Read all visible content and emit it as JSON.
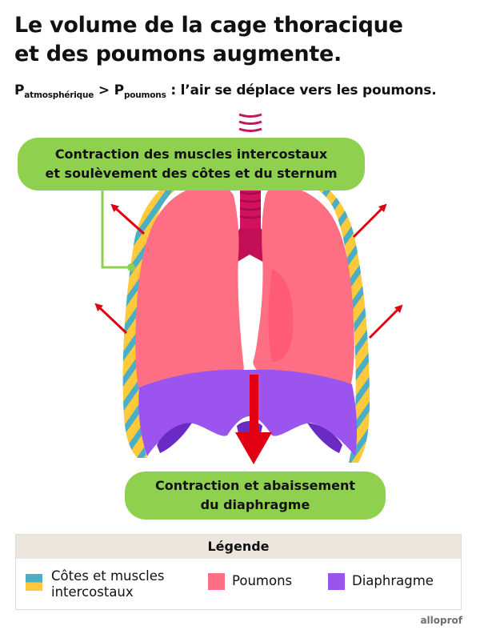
{
  "title": {
    "line1": "Le volume de la cage thoracique",
    "line2": "et des poumons augmente."
  },
  "pressure_statement": {
    "p1": "P",
    "p1_sub": "atmosphérique",
    "operator": ">",
    "p2": "P",
    "p2_sub": "poumons",
    "rest": ": l’air se déplace vers les poumons."
  },
  "labels": {
    "top_line1": "Contraction des muscles intercostaux",
    "top_line2": "et soulèvement des côtes et du sternum",
    "bottom_line1": "Contraction et abaissement",
    "bottom_line2": "du diaphragme"
  },
  "legend": {
    "title": "Légende",
    "ribs_line1": "Côtes et muscles",
    "ribs_line2": "intercostaux",
    "lungs": "Poumons",
    "diaphragm": "Diaphragme"
  },
  "brand": "alloprof",
  "colors": {
    "rib_yellow": "#ffc93c",
    "rib_blue": "#4aaec6",
    "lung": "#ff6f84",
    "lung_dark": "#ff5a76",
    "trachea": "#d4115f",
    "diaphragm": "#9c54ef",
    "diaphragm_dark": "#6a2bc4",
    "arrow": "#e00012",
    "label_green": "#8fd14f",
    "legend_header": "#ece6df"
  }
}
